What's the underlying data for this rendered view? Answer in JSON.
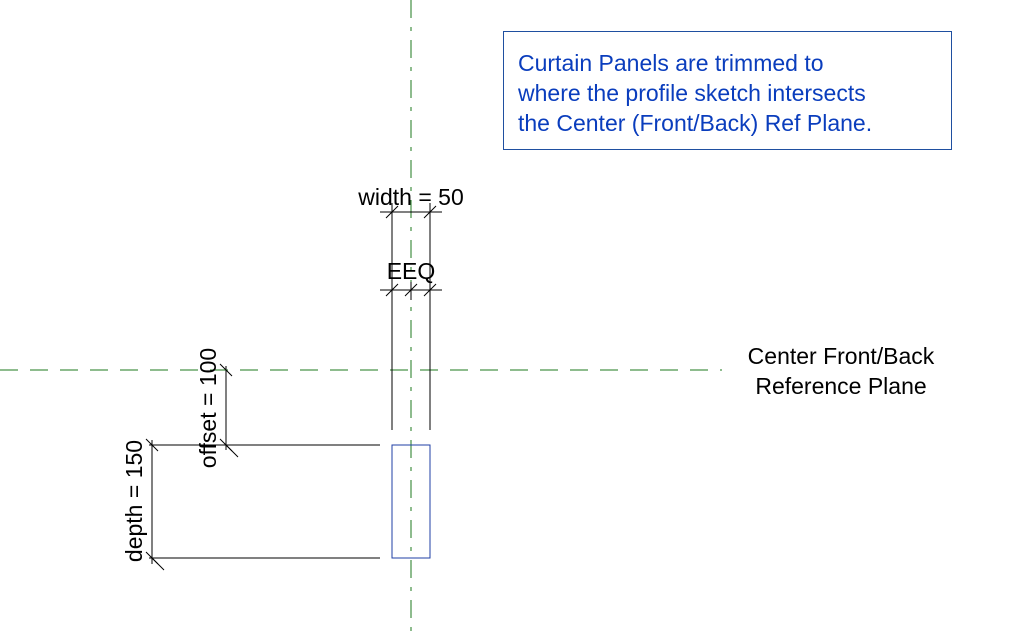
{
  "note": {
    "lines": [
      "Curtain Panels are trimmed to",
      "where the profile sketch intersects",
      "the Center (Front/Back) Ref Plane."
    ]
  },
  "reference_plane_label": {
    "lines": [
      "Center Front/Back",
      "Reference Plane"
    ]
  },
  "dimensions": {
    "width": "width = 50",
    "eq": "EEQ",
    "offset": "offset = 100",
    "depth": "depth = 150"
  },
  "colors": {
    "ref_plane": "#1e7a1e",
    "note_text": "#0a3dbd",
    "note_border": "#1f4fa0",
    "profile": "#1f3fa6",
    "line": "#000000"
  }
}
